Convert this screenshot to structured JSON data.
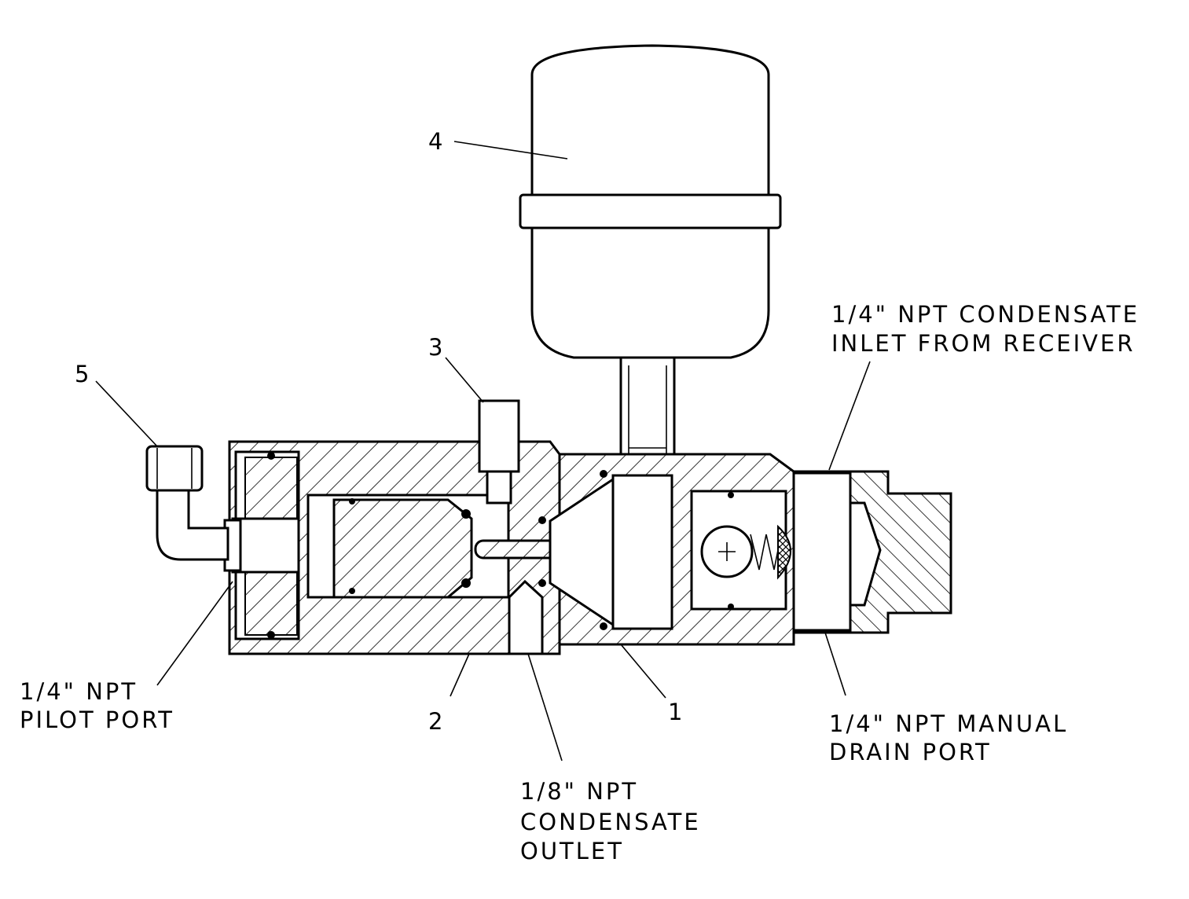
{
  "figure": {
    "callouts": {
      "c1": "1",
      "c2": "2",
      "c3": "3",
      "c4": "4",
      "c5": "5"
    },
    "labels": {
      "inlet": [
        "1/4\" NPT CONDENSATE",
        "INLET FROM RECEIVER"
      ],
      "pilot": [
        "1/4\" NPT",
        "PILOT PORT"
      ],
      "manual_drain": [
        "1/4\" NPT MANUAL",
        "DRAIN PORT"
      ],
      "outlet": [
        "1/8\" NPT",
        "CONDENSATE",
        "OUTLET"
      ]
    }
  }
}
